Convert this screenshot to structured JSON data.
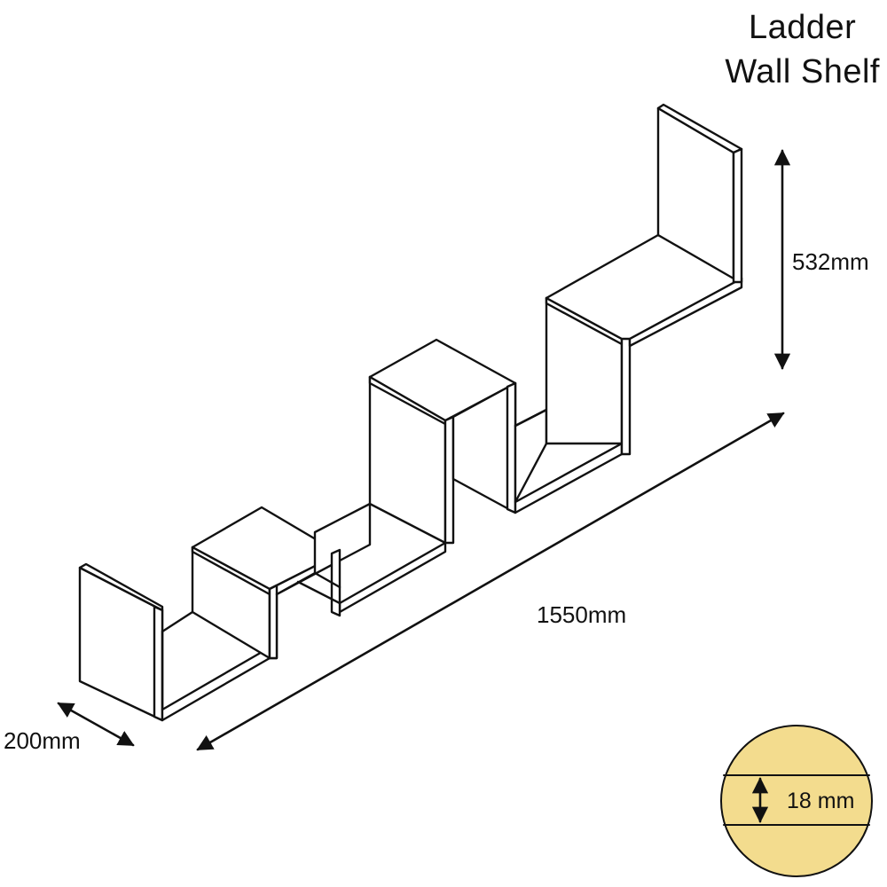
{
  "title": {
    "line1": "Ladder",
    "line2": "Wall Shelf"
  },
  "dimensions": {
    "height": "532mm",
    "length": "1550mm",
    "depth": "200mm",
    "thickness": "18 mm"
  },
  "colors": {
    "line": "#111111",
    "panel_fill": "#ffffff",
    "wood_swatch": "#f3dc8e",
    "background": "#ffffff"
  }
}
